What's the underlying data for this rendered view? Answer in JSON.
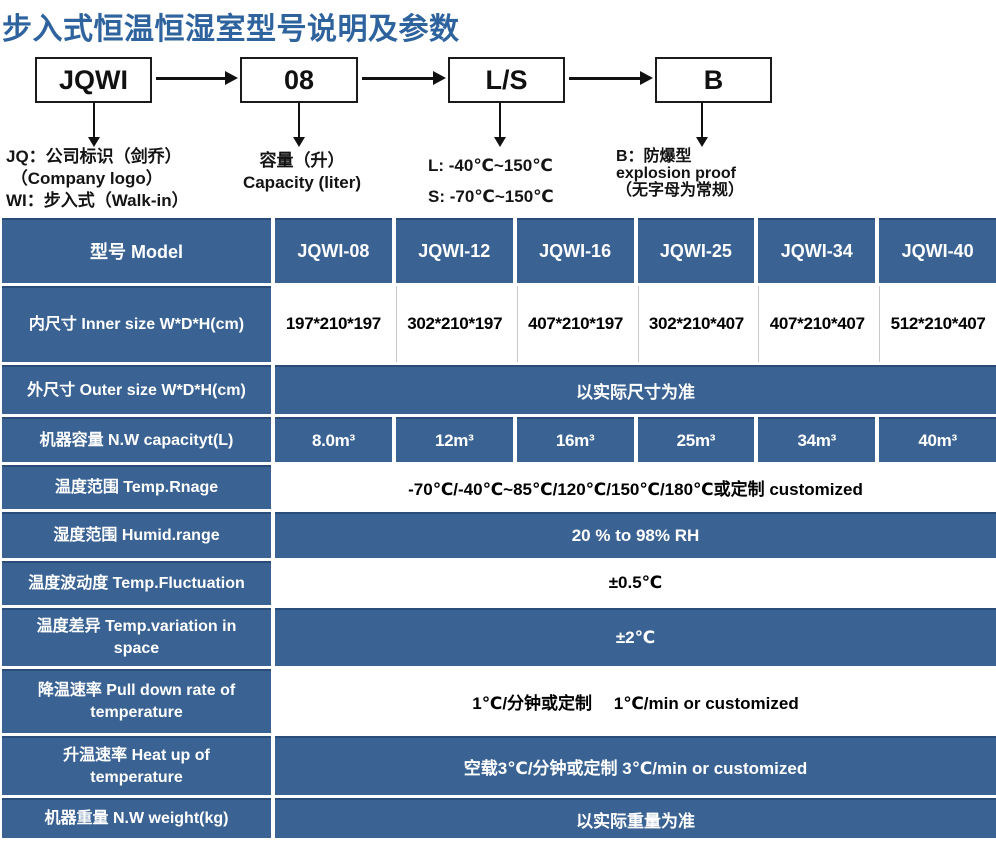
{
  "page": {
    "title": "步入式恒温恒湿室型号说明及参数"
  },
  "diagram": {
    "boxes": [
      {
        "label": "JQWI",
        "note": "JQ：公司标识（剑乔）\n （Company logo）\nWI：步入式（Walk-in）"
      },
      {
        "label": "08",
        "note": "容量（升）\nCapacity (liter)"
      },
      {
        "label": "L/S",
        "note": "L: -40℃~150℃\nS: -70℃~150℃"
      },
      {
        "label": "B",
        "note": "B：防爆型\nexplosion proof\n（无字母为常规）"
      }
    ]
  },
  "table": {
    "header": {
      "label": "型号 Model",
      "models": [
        "JQWI-08",
        "JQWI-12",
        "JQWI-16",
        "JQWI-25",
        "JQWI-34",
        "JQWI-40"
      ]
    },
    "rows": [
      {
        "label": "内尺寸 Inner size W*D*H(cm)",
        "values": [
          "197*210*197",
          "302*210*197",
          "407*210*197",
          "302*210*407",
          "407*210*407",
          "512*210*407"
        ]
      },
      {
        "label": "外尺寸 Outer size W*D*H(cm)",
        "value": "以实际尺寸为准"
      },
      {
        "label": "机器容量 N.W capacityt(L)",
        "values": [
          "8.0m³",
          "12m³",
          "16m³",
          "25m³",
          "34m³",
          "40m³"
        ]
      },
      {
        "label": "温度范围 Temp.Rnage",
        "value": "-70℃/-40℃~85℃/120℃/150℃/180℃或定制 customized"
      },
      {
        "label": "湿度范围 Humid.range",
        "value": "20 % to 98% RH"
      },
      {
        "label": "温度波动度 Temp.Fluctuation",
        "value": "±0.5℃"
      },
      {
        "label": "温度差异 Temp.variation in\nspace",
        "value": "±2℃"
      },
      {
        "label": "降温速率 Pull down rate of\ntemperature",
        "value": "1℃/分钟或定制　 1℃/min or customized"
      },
      {
        "label": "升温速率 Heat up of\ntemperature",
        "value": "空载3℃/分钟或定制 3℃/min or customized"
      },
      {
        "label": "机器重量 N.W weight(kg)",
        "value": "以实际重量为准"
      }
    ],
    "colors": {
      "cell_blue": "#3a6394",
      "cell_border_dark": "#2a4c79",
      "title_blue": "#2e639e"
    }
  }
}
